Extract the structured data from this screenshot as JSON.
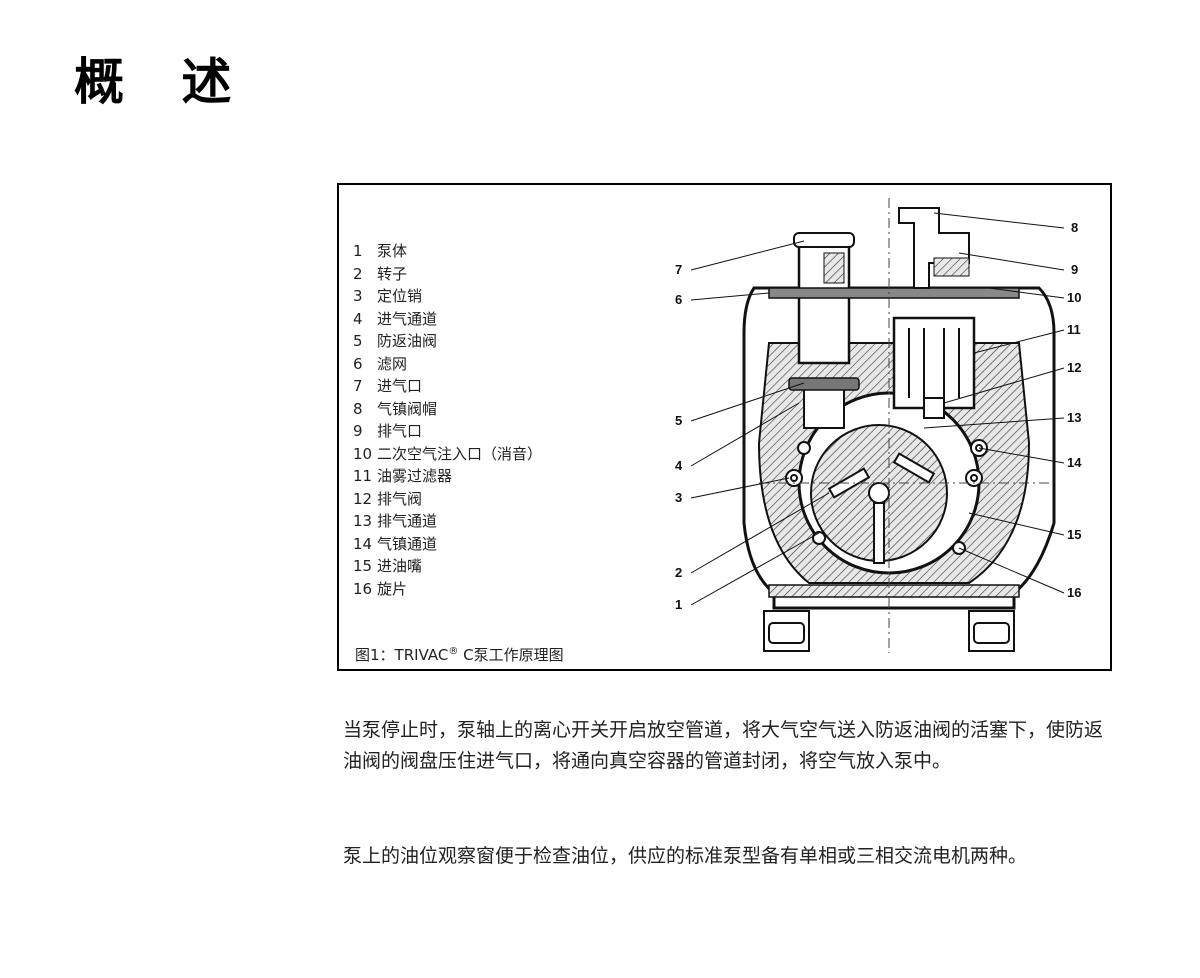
{
  "page": {
    "title": "概 述"
  },
  "figure": {
    "legend": [
      {
        "num": "1",
        "label": "泵体"
      },
      {
        "num": "2",
        "label": "转子"
      },
      {
        "num": "3",
        "label": "定位销"
      },
      {
        "num": "4",
        "label": "进气通道"
      },
      {
        "num": "5",
        "label": "防返油阀"
      },
      {
        "num": "6",
        "label": "滤网"
      },
      {
        "num": "7",
        "label": "进气口"
      },
      {
        "num": "8",
        "label": "气镇阀帽"
      },
      {
        "num": "9",
        "label": "排气口"
      },
      {
        "num": "10",
        "label": "二次空气注入口（消音）"
      },
      {
        "num": "11",
        "label": "油雾过滤器"
      },
      {
        "num": "12",
        "label": "排气阀"
      },
      {
        "num": "13",
        "label": "排气通道"
      },
      {
        "num": "14",
        "label": "气镇通道"
      },
      {
        "num": "15",
        "label": "进油嘴"
      },
      {
        "num": "16",
        "label": "旋片"
      }
    ],
    "caption_prefix": "图1：TRIVAC",
    "caption_reg": "®",
    "caption_suffix": " C泵工作原理图",
    "callouts": {
      "c1": "1",
      "c2": "2",
      "c3": "3",
      "c4": "4",
      "c5": "5",
      "c6": "6",
      "c7": "7",
      "c8": "8",
      "c9": "9",
      "c10": "10",
      "c11": "11",
      "c12": "12",
      "c13": "13",
      "c14": "14",
      "c15": "15",
      "c16": "16"
    }
  },
  "body": {
    "paragraph1": "当泵停止时，泵轴上的离心开关开启放空管道，将大气空气送入防返油阀的活塞下，使防返油阀的阀盘压住进气口，将通向真空容器的管道封闭，将空气放入泵中。",
    "paragraph2": "泵上的油位观察窗便于检查油位，供应的标准泵型备有单相或三相交流电机两种。"
  }
}
